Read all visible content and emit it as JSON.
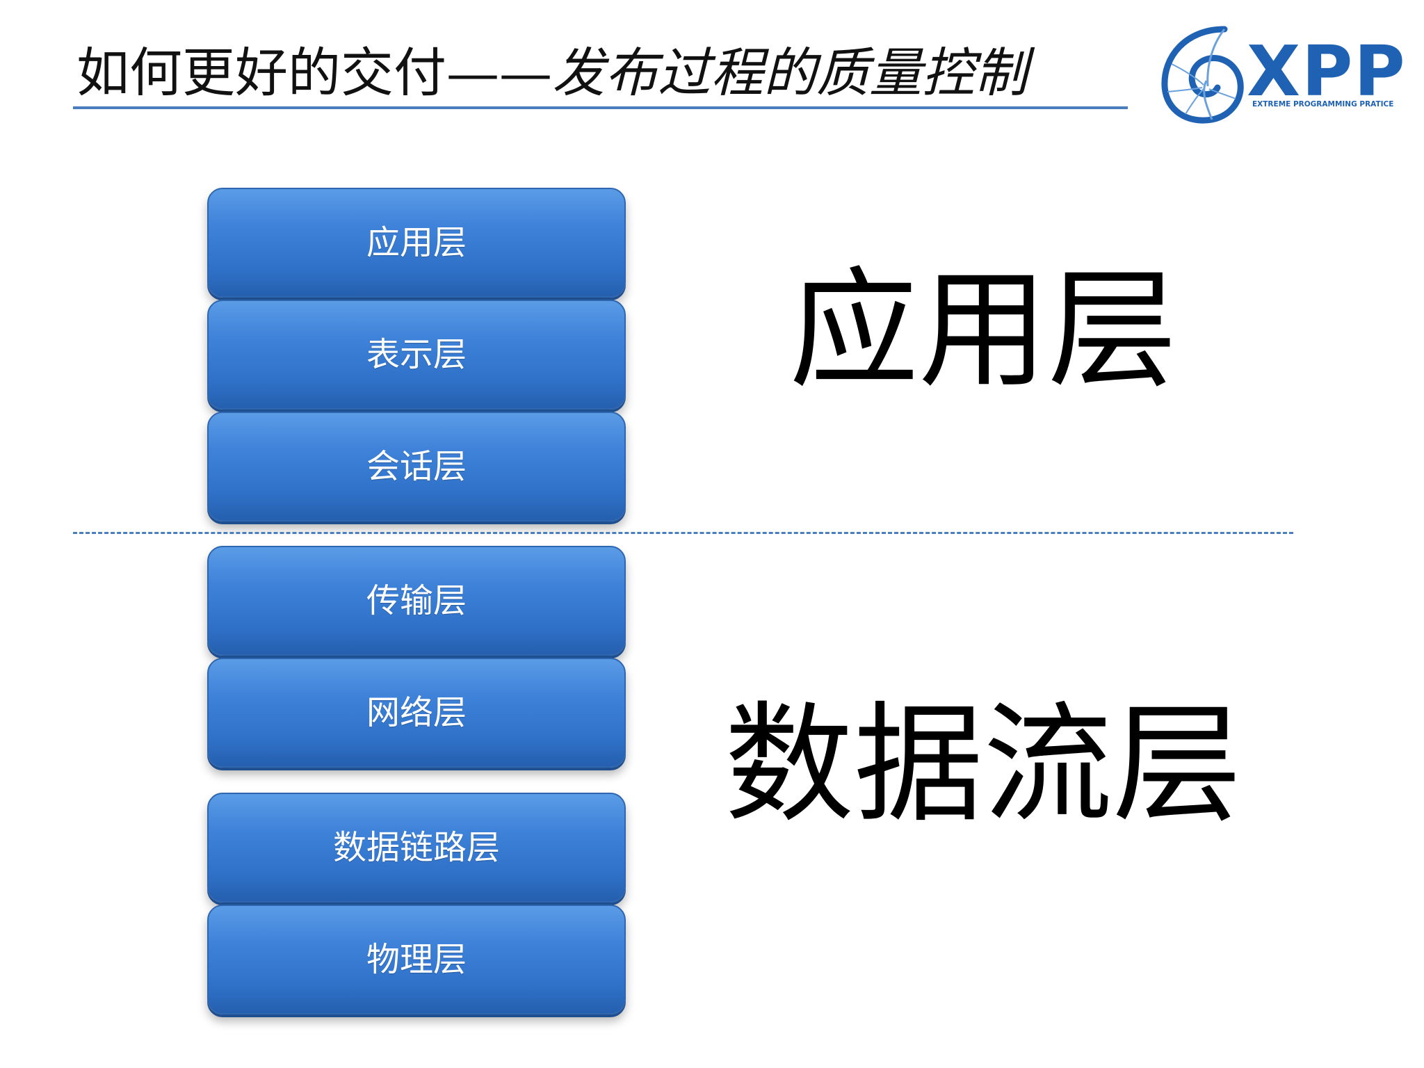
{
  "slide": {
    "title_main": "如何更好的交付——",
    "title_italic": "发布过程的质量控制"
  },
  "logo": {
    "icon": "nautilus-shell-icon",
    "wordmark": "XPP",
    "tagline": "EXTREME PROGRAMMING PRATICE",
    "brand_color": "#1f62b3"
  },
  "layers": [
    {
      "label": "应用层"
    },
    {
      "label": "表示层"
    },
    {
      "label": "会话层"
    },
    {
      "label": "传输层"
    },
    {
      "label": "网络层"
    },
    {
      "label": "数据链路层"
    },
    {
      "label": "物理层"
    }
  ],
  "groups": {
    "application": "应用层",
    "data_flow": "数据流层"
  },
  "colors": {
    "block_fill": "#3e82d9",
    "separator": "#4a7ebf",
    "text_on_block": "#ffffff"
  }
}
